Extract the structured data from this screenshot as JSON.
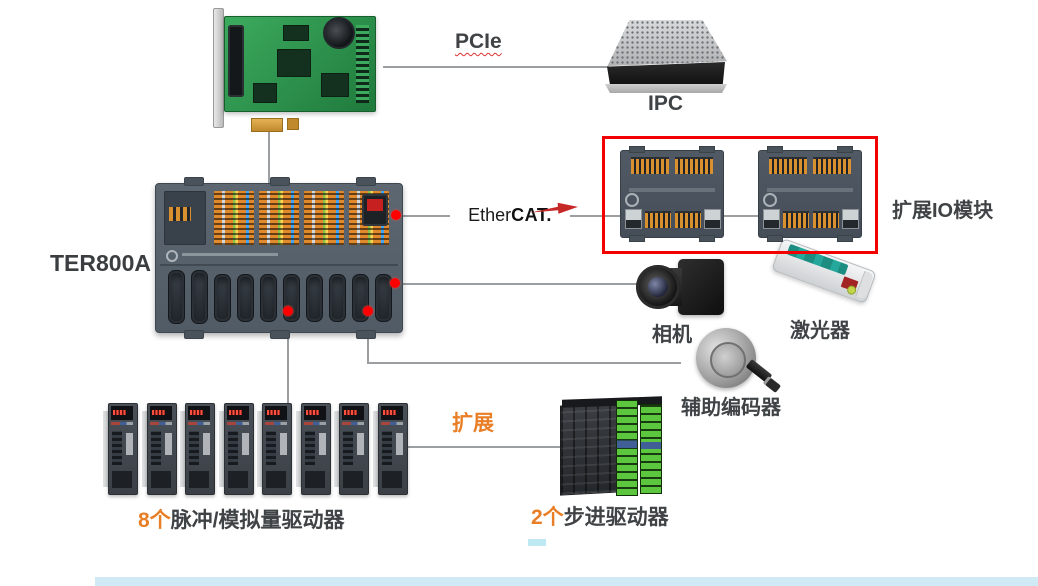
{
  "labels": {
    "pcie_bus": "PCIe",
    "ipc": "IPC",
    "controller": "TER800A",
    "ethercat": {
      "normal": "Ether",
      "bold": "CAT."
    },
    "expansion_io_module": "扩展IO模块",
    "camera": "相机",
    "laser": "激光器",
    "aux_encoder": "辅助编码器",
    "pulse_drivers": {
      "count": "8个",
      "name": "脉冲/模拟量驱动器"
    },
    "expansion_link": "扩展",
    "stepper_drivers": {
      "count": "2个",
      "name": "步进驱动器"
    }
  },
  "colors": {
    "accent_orange": "#E87E26",
    "highlight_red": "#F30000",
    "connection_line": "#9B9FA2",
    "label_text": "#3F4345",
    "pcb_green": "#2F9E53",
    "chassis_gray": "#59636D",
    "ethercat_arrow_red": "#C62828"
  }
}
